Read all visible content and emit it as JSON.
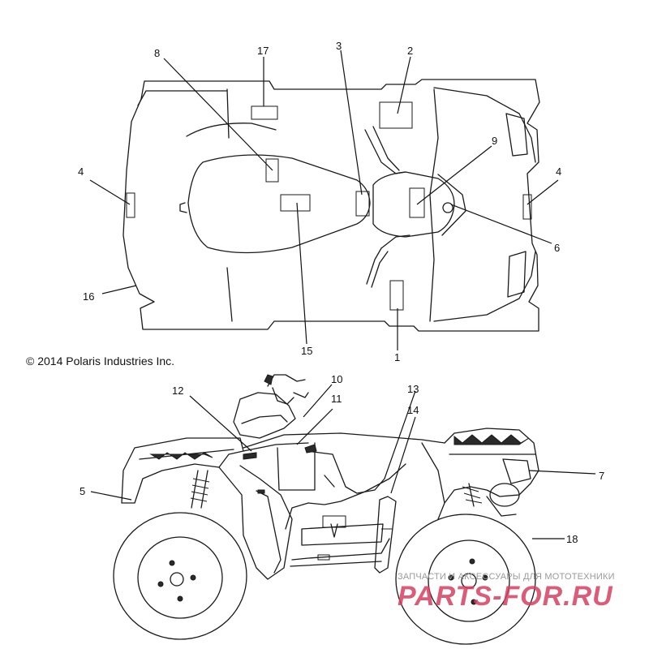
{
  "copyright": "© 2014 Polaris Industries Inc.",
  "watermark": {
    "tagline": "ЗАПЧАСТИ И АКСЕССУАРЫ ДЛЯ МОТОТЕХНИКИ",
    "brand": "PARTS-FOR.RU",
    "brand_color": "#d64060"
  },
  "top_view_callouts": [
    "1",
    "2",
    "3",
    "4",
    "4",
    "6",
    "8",
    "9",
    "15",
    "16",
    "17"
  ],
  "side_view_callouts": [
    "5",
    "7",
    "10",
    "11",
    "12",
    "13",
    "14",
    "18"
  ]
}
